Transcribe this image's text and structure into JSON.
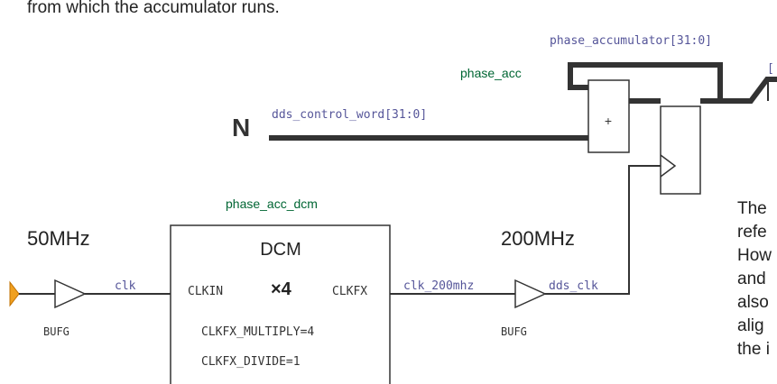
{
  "intro_text": "from which the accumulator runs.",
  "labels": {
    "phase_accumulator_bus": "phase_accumulator[31:0]",
    "phase_acc": "phase_acc",
    "N": "N",
    "dds_control_word": "dds_control_word[31:0]",
    "plus": "+",
    "truncated_bus_label": "[",
    "phase_acc_dcm": "phase_acc_dcm",
    "freq_in": "50MHz",
    "freq_out": "200MHz",
    "dcm_title": "DCM",
    "clkin": "CLKIN",
    "mult": "×4",
    "clkfx": "CLKFX",
    "clkfx_multiply": "CLKFX_MULTIPLY=4",
    "clkfx_divide": "CLKFX_DIVIDE=1",
    "clk": "clk",
    "clk_200mhz": "clk_200mhz",
    "dds_clk": "dds_clk",
    "bufg_left": "BUFG",
    "bufg_right": "BUFG"
  },
  "side_text": [
    "The",
    "refe",
    "How",
    "and",
    "also",
    "alig",
    "the i"
  ],
  "colors": {
    "net_label": "#555599",
    "instance_label": "#006633",
    "wire": "#333333",
    "input_port": "#f0a020"
  }
}
